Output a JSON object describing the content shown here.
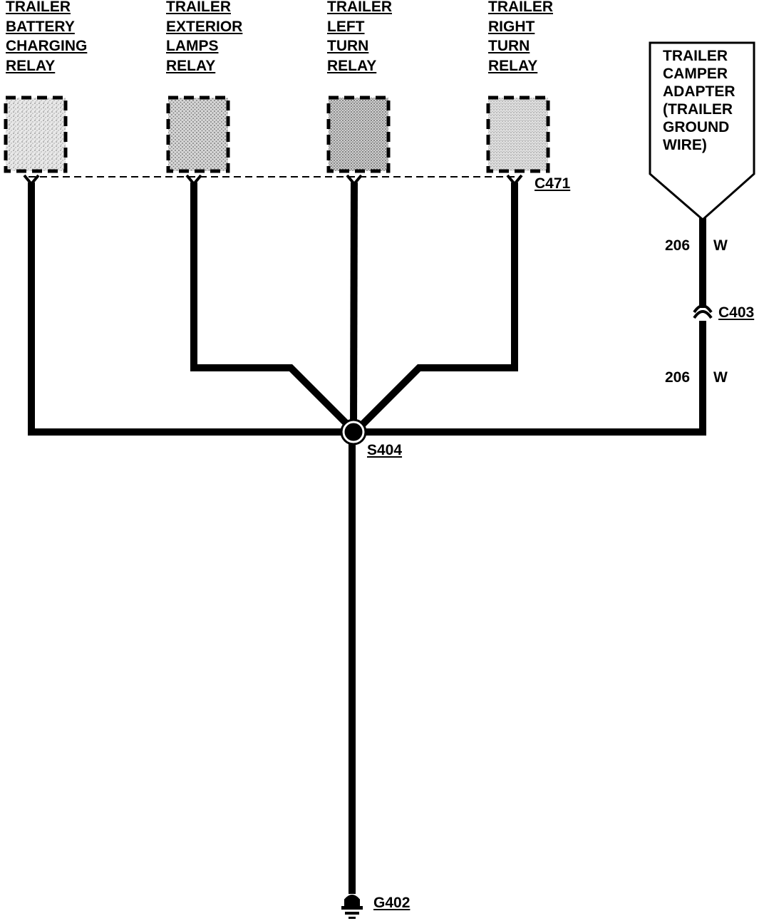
{
  "relays": [
    {
      "id": "battery-charging-relay",
      "lines": [
        "TRAILER",
        "BATTERY",
        "CHARGING",
        "RELAY"
      ]
    },
    {
      "id": "exterior-lamps-relay",
      "lines": [
        "TRAILER",
        "EXTERIOR",
        "LAMPS",
        "RELAY"
      ]
    },
    {
      "id": "left-turn-relay",
      "lines": [
        "TRAILER",
        "LEFT",
        "TURN",
        "RELAY"
      ]
    },
    {
      "id": "right-turn-relay",
      "lines": [
        "TRAILER",
        "RIGHT",
        "TURN",
        "RELAY"
      ]
    }
  ],
  "adapter": {
    "lines": [
      "TRAILER",
      "CAMPER",
      "ADAPTER",
      "(TRAILER",
      "GROUND",
      "WIRE)"
    ]
  },
  "connectors": {
    "relay_connector": "C471",
    "adapter_connector": "C403",
    "splice": "S404",
    "ground": "G402"
  },
  "wires": {
    "upper": {
      "circuit": "206",
      "color": "W"
    },
    "lower": {
      "circuit": "206",
      "color": "W"
    }
  }
}
